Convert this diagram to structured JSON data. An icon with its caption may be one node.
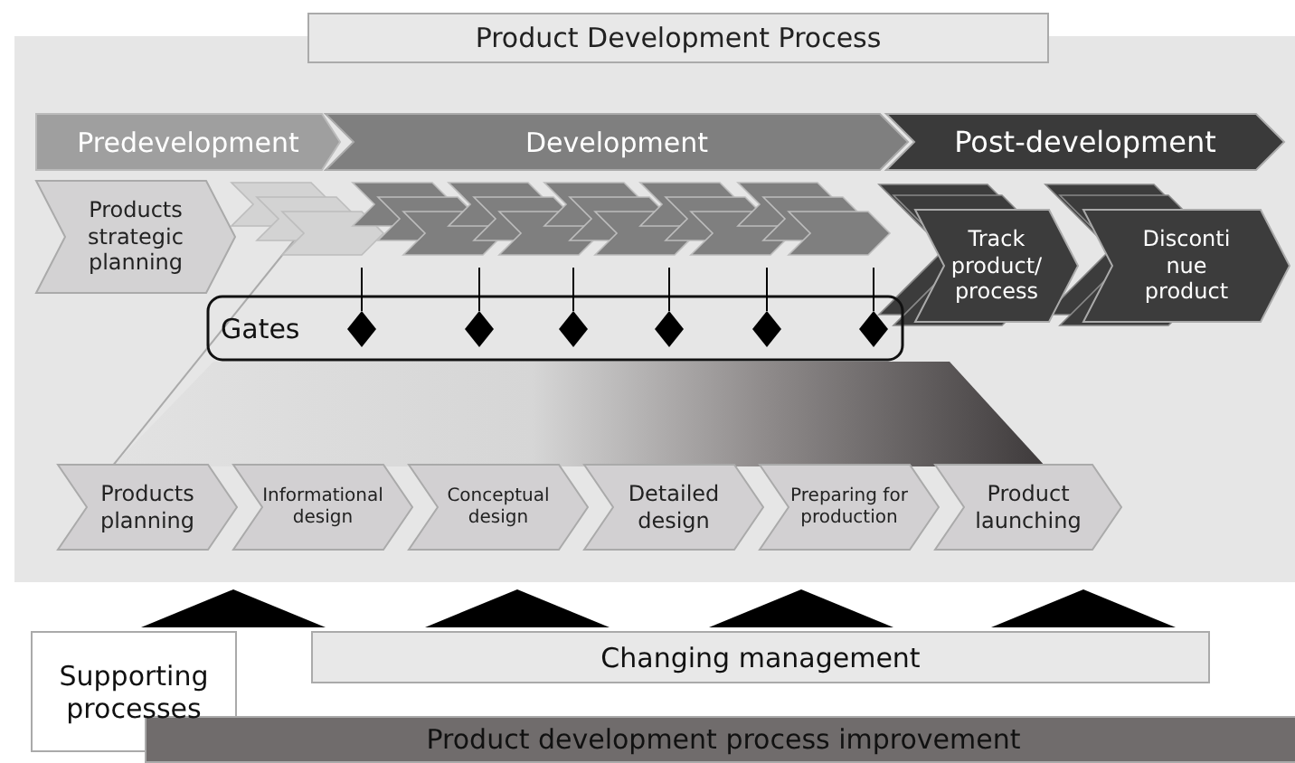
{
  "diagram": {
    "nodes": [
      {
        "text": [
          "Product Development Process"
        ]
      },
      {
        "text": [
          "Predevelopment"
        ]
      },
      {
        "text": [
          "Development"
        ]
      },
      {
        "text": [
          "Post-development"
        ]
      },
      {
        "text": [
          "Products strategic planning"
        ]
      },
      {
        "text": [
          "Track product/ process"
        ]
      },
      {
        "text": [
          "Disconti nue product"
        ]
      },
      {
        "text": [
          "Gates"
        ]
      },
      {
        "text": [],
        "shape": "diamond",
        "in": 7
      },
      {
        "text": [],
        "shape": "diamond",
        "in": 7
      },
      {
        "text": [],
        "shape": "diamond",
        "in": 7
      },
      {
        "text": [],
        "shape": "diamond",
        "in": 7
      },
      {
        "text": [],
        "shape": "diamond",
        "in": 7
      },
      {
        "text": [],
        "shape": "diamond",
        "in": 7
      },
      {
        "text": [
          "Products planning"
        ]
      },
      {
        "text": [
          "Informational design"
        ]
      },
      {
        "text": [
          "Conceptual design"
        ]
      },
      {
        "text": [
          "Detailed design"
        ]
      },
      {
        "text": [
          "Preparing for production"
        ]
      },
      {
        "text": [
          "Product launching"
        ]
      },
      {
        "text": [],
        "shape": "triangle"
      },
      {
        "text": [],
        "shape": "triangle"
      },
      {
        "text": [],
        "shape": "triangle"
      },
      {
        "text": [],
        "shape": "triangle"
      },
      {
        "text": [
          "Supporting processes"
        ]
      },
      {
        "text": [
          "Changing management"
        ]
      },
      {
        "text": [
          "Product development process improvement"
        ]
      }
    ],
    "edges": [
      {
        "from": null,
        "to": 8,
        "arrow": "none"
      },
      {
        "from": null,
        "to": 9,
        "arrow": "none"
      },
      {
        "from": null,
        "to": 10,
        "arrow": "none"
      },
      {
        "from": null,
        "to": 11,
        "arrow": "none"
      },
      {
        "from": null,
        "to": 12,
        "arrow": "none"
      },
      {
        "from": null,
        "to": 13,
        "arrow": "none"
      }
    ]
  }
}
